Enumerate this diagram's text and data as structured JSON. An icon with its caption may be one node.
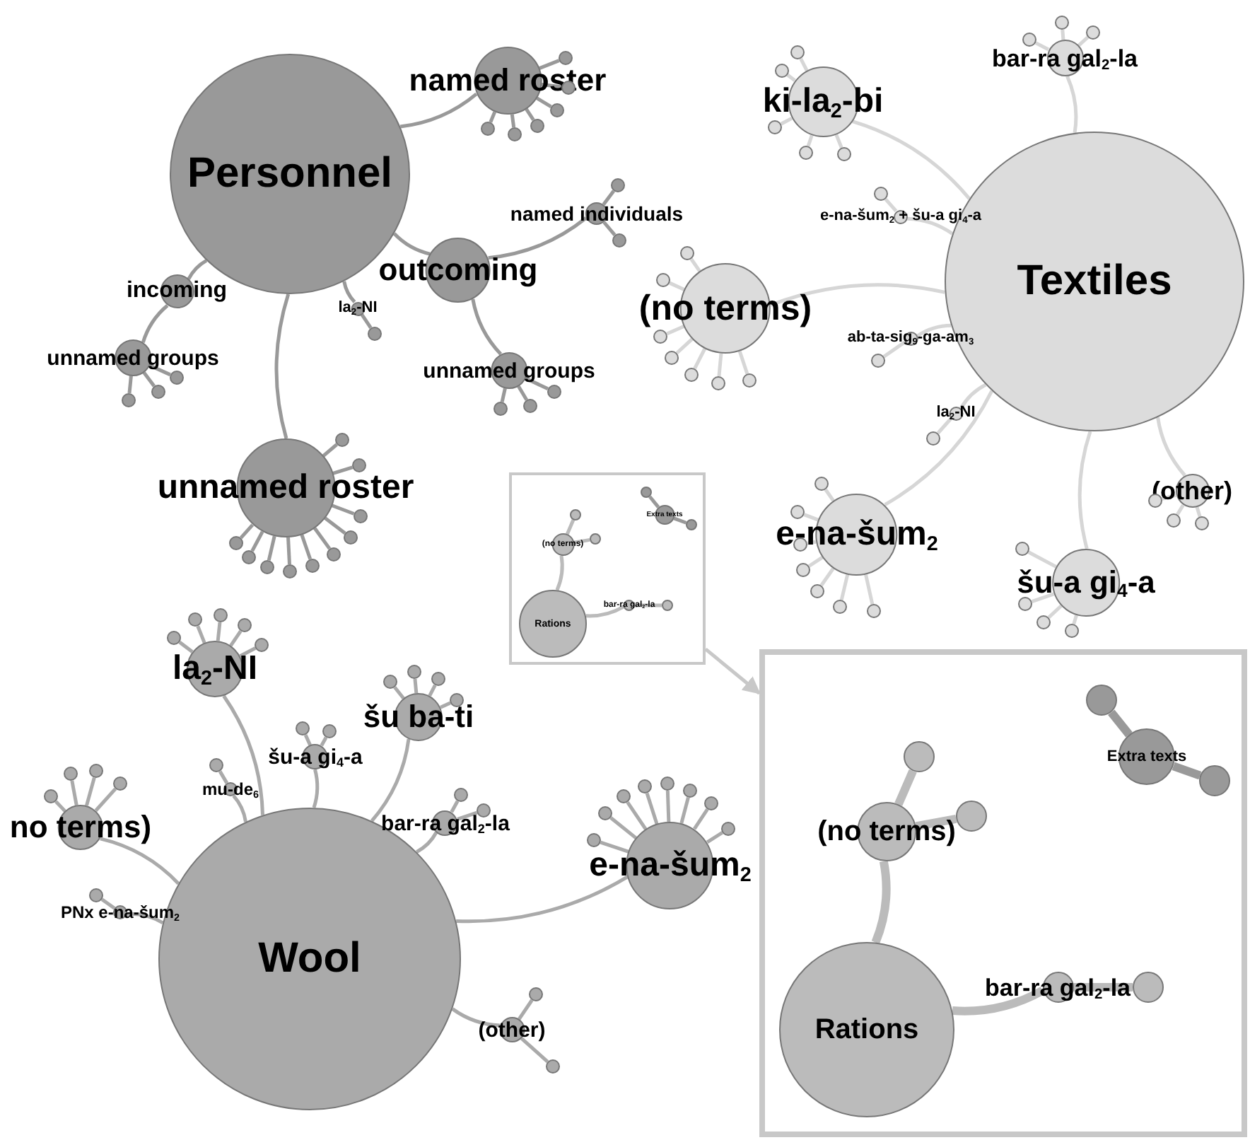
{
  "diagram": {
    "nodes": [
      {
        "text": [
          "Personnel"
        ]
      },
      {
        "text": [
          "named roster"
        ]
      },
      {
        "text": [],
        "shape": "circle"
      },
      {
        "text": [],
        "shape": "circle"
      },
      {
        "text": [],
        "shape": "circle"
      },
      {
        "text": [],
        "shape": "circle"
      },
      {
        "text": [],
        "shape": "circle"
      },
      {
        "text": [],
        "shape": "circle"
      },
      {
        "text": [
          "outcoming"
        ]
      },
      {
        "text": [
          "named individuals"
        ]
      },
      {
        "text": [],
        "shape": "circle"
      },
      {
        "text": [],
        "shape": "circle"
      },
      {
        "text": [
          "unnamed groups"
        ]
      },
      {
        "text": [],
        "shape": "circle"
      },
      {
        "text": [],
        "shape": "circle"
      },
      {
        "text": [],
        "shape": "circle"
      },
      {
        "text": [
          "incoming"
        ]
      },
      {
        "text": [
          "unnamed groups"
        ]
      },
      {
        "text": [],
        "shape": "circle"
      },
      {
        "text": [],
        "shape": "circle"
      },
      {
        "text": [],
        "shape": "circle"
      },
      {
        "text": [
          "la$_{2}$-NI"
        ]
      },
      {
        "text": [],
        "shape": "circle"
      },
      {
        "text": [
          "unnamed roster"
        ]
      },
      {
        "text": [],
        "shape": "circle"
      },
      {
        "text": [],
        "shape": "circle"
      },
      {
        "text": [],
        "shape": "circle"
      },
      {
        "text": [],
        "shape": "circle"
      },
      {
        "text": [],
        "shape": "circle"
      },
      {
        "text": [],
        "shape": "circle"
      },
      {
        "text": [],
        "shape": "circle"
      },
      {
        "text": [],
        "shape": "circle"
      },
      {
        "text": [],
        "shape": "circle"
      },
      {
        "text": [],
        "shape": "circle"
      },
      {
        "text": [
          "Textiles"
        ]
      },
      {
        "text": [
          "ki-la$_{2}$-bi"
        ]
      },
      {
        "text": [],
        "shape": "circle"
      },
      {
        "text": [],
        "shape": "circle"
      },
      {
        "text": [],
        "shape": "circle"
      },
      {
        "text": [],
        "shape": "circle"
      },
      {
        "text": [],
        "shape": "circle"
      },
      {
        "text": [
          "bar-ra gal$_{2}$-la"
        ]
      },
      {
        "text": [],
        "shape": "circle"
      },
      {
        "text": [],
        "shape": "circle"
      },
      {
        "text": [],
        "shape": "circle"
      },
      {
        "text": [
          "e-na-šum$_{2}$ + šu-a gi$_{4}$-a"
        ]
      },
      {
        "text": [],
        "shape": "circle"
      },
      {
        "text": [
          "(no terms)"
        ]
      },
      {
        "text": [],
        "shape": "circle"
      },
      {
        "text": [],
        "shape": "circle"
      },
      {
        "text": [],
        "shape": "circle"
      },
      {
        "text": [],
        "shape": "circle"
      },
      {
        "text": [],
        "shape": "circle"
      },
      {
        "text": [],
        "shape": "circle"
      },
      {
        "text": [],
        "shape": "circle"
      },
      {
        "text": [
          "ab-ta-sig$_{9}$-ga-am$_{3}$"
        ]
      },
      {
        "text": [],
        "shape": "circle"
      },
      {
        "text": [
          "la$_{2}$-NI"
        ]
      },
      {
        "text": [],
        "shape": "circle"
      },
      {
        "text": [
          "e-na-šum$_{2}$"
        ]
      },
      {
        "text": [],
        "shape": "circle"
      },
      {
        "text": [],
        "shape": "circle"
      },
      {
        "text": [],
        "shape": "circle"
      },
      {
        "text": [],
        "shape": "circle"
      },
      {
        "text": [],
        "shape": "circle"
      },
      {
        "text": [],
        "shape": "circle"
      },
      {
        "text": [],
        "shape": "circle"
      },
      {
        "text": [
          "šu-a gi$_{4}$-a"
        ]
      },
      {
        "text": [],
        "shape": "circle"
      },
      {
        "text": [],
        "shape": "circle"
      },
      {
        "text": [],
        "shape": "circle"
      },
      {
        "text": [],
        "shape": "circle"
      },
      {
        "text": [
          "(other)"
        ]
      },
      {
        "text": [],
        "shape": "circle"
      },
      {
        "text": [],
        "shape": "circle"
      },
      {
        "text": [],
        "shape": "circle"
      },
      {
        "text": [
          "Wool"
        ]
      },
      {
        "text": [
          "la$_{2}$-NI"
        ]
      },
      {
        "text": [],
        "shape": "circle"
      },
      {
        "text": [],
        "shape": "circle"
      },
      {
        "text": [],
        "shape": "circle"
      },
      {
        "text": [],
        "shape": "circle"
      },
      {
        "text": [],
        "shape": "circle"
      },
      {
        "text": [
          "šu ba-ti"
        ]
      },
      {
        "text": [],
        "shape": "circle"
      },
      {
        "text": [],
        "shape": "circle"
      },
      {
        "text": [],
        "shape": "circle"
      },
      {
        "text": [],
        "shape": "circle"
      },
      {
        "text": [
          "šu-a gi$_{4}$-a"
        ]
      },
      {
        "text": [],
        "shape": "circle"
      },
      {
        "text": [],
        "shape": "circle"
      },
      {
        "text": [
          "mu-de$_{6}$"
        ]
      },
      {
        "text": [],
        "shape": "circle"
      },
      {
        "text": [
          "bar-ra gal$_{2}$-la"
        ]
      },
      {
        "text": [],
        "shape": "circle"
      },
      {
        "text": [],
        "shape": "circle"
      },
      {
        "text": [
          "no terms)"
        ]
      },
      {
        "text": [],
        "shape": "circle"
      },
      {
        "text": [],
        "shape": "circle"
      },
      {
        "text": [],
        "shape": "circle"
      },
      {
        "text": [],
        "shape": "circle"
      },
      {
        "text": [
          "PNx e-na-šum$_{2}$"
        ]
      },
      {
        "text": [],
        "shape": "circle"
      },
      {
        "text": [
          "e-na-šum$_{2}$"
        ]
      },
      {
        "text": [],
        "shape": "circle"
      },
      {
        "text": [],
        "shape": "circle"
      },
      {
        "text": [],
        "shape": "circle"
      },
      {
        "text": [],
        "shape": "circle"
      },
      {
        "text": [],
        "shape": "circle"
      },
      {
        "text": [],
        "shape": "circle"
      },
      {
        "text": [],
        "shape": "circle"
      },
      {
        "text": [],
        "shape": "circle"
      },
      {
        "text": [
          "(other)"
        ]
      },
      {
        "text": [],
        "shape": "circle"
      },
      {
        "text": [],
        "shape": "circle"
      },
      {
        "text": [],
        "shape": "box"
      },
      {
        "text": [
          "Rations"
        ],
        "in": 115
      },
      {
        "text": [
          "(no terms)"
        ],
        "in": 115
      },
      {
        "text": [],
        "shape": "circle",
        "in": 115
      },
      {
        "text": [],
        "shape": "circle",
        "in": 115
      },
      {
        "text": [
          "bar-ra gal$_{2}$-la"
        ],
        "in": 115
      },
      {
        "text": [],
        "shape": "circle",
        "in": 115
      },
      {
        "text": [
          "Extra texts"
        ],
        "in": 115
      },
      {
        "text": [],
        "shape": "circle",
        "in": 115
      },
      {
        "text": [],
        "shape": "circle",
        "in": 115
      },
      {
        "text": [],
        "shape": "box"
      },
      {
        "text": [
          "Rations"
        ],
        "in": 125
      },
      {
        "text": [
          "(no terms)"
        ],
        "in": 125
      },
      {
        "text": [],
        "shape": "circle",
        "in": 125
      },
      {
        "text": [],
        "shape": "circle",
        "in": 125
      },
      {
        "text": [
          "bar-ra gal$_{2}$-la"
        ],
        "in": 125
      },
      {
        "text": [],
        "shape": "circle",
        "in": 125
      },
      {
        "text": [
          "Extra texts"
        ],
        "in": 125
      },
      {
        "text": [],
        "shape": "circle",
        "in": 125
      },
      {
        "text": [],
        "shape": "circle",
        "in": 125
      }
    ],
    "edges": [
      {
        "from": 0,
        "to": 1,
        "arrow": "none",
        "color": "#999999"
      },
      {
        "from": 0,
        "to": 8,
        "arrow": "none",
        "color": "#999999"
      },
      {
        "from": 0,
        "to": 16,
        "arrow": "none",
        "color": "#999999"
      },
      {
        "from": 0,
        "to": 21,
        "arrow": "none",
        "color": "#999999"
      },
      {
        "from": 0,
        "to": 23,
        "arrow": "none",
        "color": "#999999"
      },
      {
        "from": 1,
        "to": 2,
        "arrow": "none",
        "color": "#999999"
      },
      {
        "from": 1,
        "to": 3,
        "arrow": "none",
        "color": "#999999"
      },
      {
        "from": 1,
        "to": 4,
        "arrow": "none",
        "color": "#999999"
      },
      {
        "from": 1,
        "to": 5,
        "arrow": "none",
        "color": "#999999"
      },
      {
        "from": 1,
        "to": 6,
        "arrow": "none",
        "color": "#999999"
      },
      {
        "from": 1,
        "to": 7,
        "arrow": "none",
        "color": "#999999"
      },
      {
        "from": 8,
        "to": 9,
        "arrow": "none",
        "color": "#999999"
      },
      {
        "from": 8,
        "to": 12,
        "arrow": "none",
        "color": "#999999"
      },
      {
        "from": 9,
        "to": 10,
        "arrow": "none",
        "color": "#999999"
      },
      {
        "from": 9,
        "to": 11,
        "arrow": "none",
        "color": "#999999"
      },
      {
        "from": 12,
        "to": 13,
        "arrow": "none",
        "color": "#999999"
      },
      {
        "from": 12,
        "to": 14,
        "arrow": "none",
        "color": "#999999"
      },
      {
        "from": 12,
        "to": 15,
        "arrow": "none",
        "color": "#999999"
      },
      {
        "from": 16,
        "to": 17,
        "arrow": "none",
        "color": "#999999"
      },
      {
        "from": 17,
        "to": 18,
        "arrow": "none",
        "color": "#999999"
      },
      {
        "from": 17,
        "to": 19,
        "arrow": "none",
        "color": "#999999"
      },
      {
        "from": 17,
        "to": 20,
        "arrow": "none",
        "color": "#999999"
      },
      {
        "from": 21,
        "to": 22,
        "arrow": "none",
        "color": "#999999"
      },
      {
        "from": 23,
        "to": 24,
        "arrow": "none",
        "color": "#999999"
      },
      {
        "from": 23,
        "to": 25,
        "arrow": "none",
        "color": "#999999"
      },
      {
        "from": 23,
        "to": 26,
        "arrow": "none",
        "color": "#999999"
      },
      {
        "from": 23,
        "to": 27,
        "arrow": "none",
        "color": "#999999"
      },
      {
        "from": 23,
        "to": 28,
        "arrow": "none",
        "color": "#999999"
      },
      {
        "from": 23,
        "to": 29,
        "arrow": "none",
        "color": "#999999"
      },
      {
        "from": 23,
        "to": 30,
        "arrow": "none",
        "color": "#999999"
      },
      {
        "from": 23,
        "to": 31,
        "arrow": "none",
        "color": "#999999"
      },
      {
        "from": 23,
        "to": 32,
        "arrow": "none",
        "color": "#999999"
      },
      {
        "from": 23,
        "to": 33,
        "arrow": "none",
        "color": "#999999"
      },
      {
        "from": 34,
        "to": 35,
        "arrow": "none"
      },
      {
        "from": 34,
        "to": 41,
        "arrow": "none"
      },
      {
        "from": 34,
        "to": 45,
        "arrow": "none"
      },
      {
        "from": 34,
        "to": 47,
        "arrow": "none"
      },
      {
        "from": 34,
        "to": 55,
        "arrow": "none"
      },
      {
        "from": 34,
        "to": 57,
        "arrow": "none"
      },
      {
        "from": 34,
        "to": 59,
        "arrow": "none"
      },
      {
        "from": 34,
        "to": 67,
        "arrow": "none"
      },
      {
        "from": 34,
        "to": 72,
        "arrow": "none"
      },
      {
        "from": 35,
        "to": 36,
        "arrow": "none"
      },
      {
        "from": 35,
        "to": 37,
        "arrow": "none"
      },
      {
        "from": 35,
        "to": 38,
        "arrow": "none"
      },
      {
        "from": 35,
        "to": 39,
        "arrow": "none"
      },
      {
        "from": 35,
        "to": 40,
        "arrow": "none"
      },
      {
        "from": 41,
        "to": 42,
        "arrow": "none"
      },
      {
        "from": 41,
        "to": 43,
        "arrow": "none"
      },
      {
        "from": 41,
        "to": 44,
        "arrow": "none"
      },
      {
        "from": 45,
        "to": 46,
        "arrow": "none"
      },
      {
        "from": 47,
        "to": 48,
        "arrow": "none"
      },
      {
        "from": 47,
        "to": 49,
        "arrow": "none"
      },
      {
        "from": 47,
        "to": 50,
        "arrow": "none"
      },
      {
        "from": 47,
        "to": 51,
        "arrow": "none"
      },
      {
        "from": 47,
        "to": 52,
        "arrow": "none"
      },
      {
        "from": 47,
        "to": 53,
        "arrow": "none"
      },
      {
        "from": 47,
        "to": 54,
        "arrow": "none"
      },
      {
        "from": 55,
        "to": 56,
        "arrow": "none"
      },
      {
        "from": 57,
        "to": 58,
        "arrow": "none"
      },
      {
        "from": 59,
        "to": 60,
        "arrow": "none"
      },
      {
        "from": 59,
        "to": 61,
        "arrow": "none"
      },
      {
        "from": 59,
        "to": 62,
        "arrow": "none"
      },
      {
        "from": 59,
        "to": 63,
        "arrow": "none"
      },
      {
        "from": 59,
        "to": 64,
        "arrow": "none"
      },
      {
        "from": 59,
        "to": 65,
        "arrow": "none"
      },
      {
        "from": 59,
        "to": 66,
        "arrow": "none"
      },
      {
        "from": 67,
        "to": 68,
        "arrow": "none"
      },
      {
        "from": 67,
        "to": 69,
        "arrow": "none"
      },
      {
        "from": 67,
        "to": 70,
        "arrow": "none"
      },
      {
        "from": 67,
        "to": 71,
        "arrow": "none"
      },
      {
        "from": 72,
        "to": 73,
        "arrow": "none"
      },
      {
        "from": 72,
        "to": 74,
        "arrow": "none"
      },
      {
        "from": 72,
        "to": 75,
        "arrow": "none"
      },
      {
        "from": 76,
        "to": 77,
        "arrow": "none",
        "color": "#aaaaaa"
      },
      {
        "from": 76,
        "to": 83,
        "arrow": "none",
        "color": "#aaaaaa"
      },
      {
        "from": 76,
        "to": 88,
        "arrow": "none",
        "color": "#aaaaaa"
      },
      {
        "from": 76,
        "to": 91,
        "arrow": "none",
        "color": "#aaaaaa"
      },
      {
        "from": 76,
        "to": 93,
        "arrow": "none",
        "color": "#aaaaaa"
      },
      {
        "from": 76,
        "to": 96,
        "arrow": "none",
        "color": "#aaaaaa"
      },
      {
        "from": 76,
        "to": 101,
        "arrow": "none",
        "color": "#aaaaaa"
      },
      {
        "from": 76,
        "to": 103,
        "arrow": "none",
        "color": "#aaaaaa"
      },
      {
        "from": 76,
        "to": 112,
        "arrow": "none",
        "color": "#aaaaaa"
      },
      {
        "from": 77,
        "to": 78,
        "arrow": "none",
        "color": "#aaaaaa"
      },
      {
        "from": 77,
        "to": 79,
        "arrow": "none",
        "color": "#aaaaaa"
      },
      {
        "from": 77,
        "to": 80,
        "arrow": "none",
        "color": "#aaaaaa"
      },
      {
        "from": 77,
        "to": 81,
        "arrow": "none",
        "color": "#aaaaaa"
      },
      {
        "from": 77,
        "to": 82,
        "arrow": "none",
        "color": "#aaaaaa"
      },
      {
        "from": 83,
        "to": 84,
        "arrow": "none",
        "color": "#aaaaaa"
      },
      {
        "from": 83,
        "to": 85,
        "arrow": "none",
        "color": "#aaaaaa"
      },
      {
        "from": 83,
        "to": 86,
        "arrow": "none",
        "color": "#aaaaaa"
      },
      {
        "from": 83,
        "to": 87,
        "arrow": "none",
        "color": "#aaaaaa"
      },
      {
        "from": 88,
        "to": 89,
        "arrow": "none",
        "color": "#aaaaaa"
      },
      {
        "from": 88,
        "to": 90,
        "arrow": "none",
        "color": "#aaaaaa"
      },
      {
        "from": 91,
        "to": 92,
        "arrow": "none",
        "color": "#aaaaaa"
      },
      {
        "from": 93,
        "to": 94,
        "arrow": "none",
        "color": "#aaaaaa"
      },
      {
        "from": 93,
        "to": 95,
        "arrow": "none",
        "color": "#aaaaaa"
      },
      {
        "from": 96,
        "to": 97,
        "arrow": "none",
        "color": "#aaaaaa"
      },
      {
        "from": 96,
        "to": 98,
        "arrow": "none",
        "color": "#aaaaaa"
      },
      {
        "from": 96,
        "to": 99,
        "arrow": "none",
        "color": "#aaaaaa"
      },
      {
        "from": 96,
        "to": 100,
        "arrow": "none",
        "color": "#aaaaaa"
      },
      {
        "from": 101,
        "to": 102,
        "arrow": "none",
        "color": "#aaaaaa"
      },
      {
        "from": 103,
        "to": 104,
        "arrow": "none",
        "color": "#aaaaaa"
      },
      {
        "from": 103,
        "to": 105,
        "arrow": "none",
        "color": "#aaaaaa"
      },
      {
        "from": 103,
        "to": 106,
        "arrow": "none",
        "color": "#aaaaaa"
      },
      {
        "from": 103,
        "to": 107,
        "arrow": "none",
        "color": "#aaaaaa"
      },
      {
        "from": 103,
        "to": 108,
        "arrow": "none",
        "color": "#aaaaaa"
      },
      {
        "from": 103,
        "to": 109,
        "arrow": "none",
        "color": "#aaaaaa"
      },
      {
        "from": 103,
        "to": 110,
        "arrow": "none",
        "color": "#aaaaaa"
      },
      {
        "from": 103,
        "to": 111,
        "arrow": "none",
        "color": "#aaaaaa"
      },
      {
        "from": 112,
        "to": 113,
        "arrow": "none",
        "color": "#aaaaaa"
      },
      {
        "from": 112,
        "to": 114,
        "arrow": "none",
        "color": "#aaaaaa"
      },
      {
        "from": 116,
        "to": 117,
        "arrow": "none",
        "color": "#bbbbbb"
      },
      {
        "from": 117,
        "to": 118,
        "arrow": "none",
        "color": "#bbbbbb"
      },
      {
        "from": 117,
        "to": 119,
        "arrow": "none",
        "color": "#bbbbbb"
      },
      {
        "from": 116,
        "to": 120,
        "arrow": "none",
        "color": "#bbbbbb"
      },
      {
        "from": 120,
        "to": 121,
        "arrow": "none",
        "color": "#bbbbbb"
      },
      {
        "from": 122,
        "to": 123,
        "arrow": "none",
        "color": "#999999"
      },
      {
        "from": 122,
        "to": 124,
        "arrow": "none",
        "color": "#999999"
      },
      {
        "from": 126,
        "to": 127,
        "arrow": "none",
        "style": "thick",
        "color": "#bbbbbb"
      },
      {
        "from": 127,
        "to": 128,
        "arrow": "none",
        "style": "thick",
        "color": "#bbbbbb"
      },
      {
        "from": 127,
        "to": 129,
        "arrow": "none",
        "style": "thick",
        "color": "#bbbbbb"
      },
      {
        "from": 126,
        "to": 130,
        "arrow": "none",
        "style": "thick",
        "color": "#bbbbbb"
      },
      {
        "from": 130,
        "to": 131,
        "arrow": "none",
        "style": "thick",
        "color": "#bbbbbb"
      },
      {
        "from": 132,
        "to": 133,
        "arrow": "none",
        "style": "thick",
        "color": "#999999"
      },
      {
        "from": 132,
        "to": 134,
        "arrow": "none",
        "style": "thick",
        "color": "#999999"
      },
      {
        "from": 115,
        "to": 125,
        "arrow": "to",
        "color": "#c8c8c8"
      }
    ]
  }
}
